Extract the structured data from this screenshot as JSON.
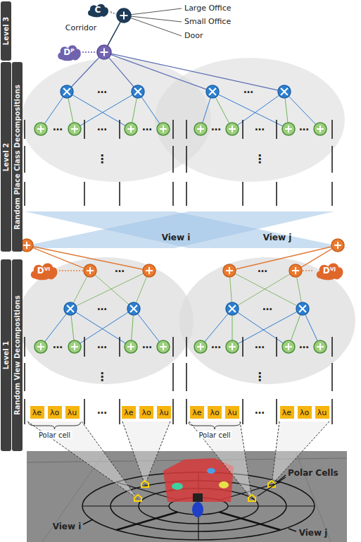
{
  "diagram": {
    "nodes": [
      {
        "text": [
          "Level 3"
        ]
      },
      {
        "text": [
          "Level 2"
        ]
      },
      {
        "text": [
          "Random Place Class Decompositions"
        ]
      },
      {
        "text": [
          "Level 1"
        ]
      },
      {
        "text": [
          "Random View Decompositions"
        ]
      },
      {
        "text": [
          "C"
        ]
      },
      {
        "text": [
          "Dᴾ"
        ]
      },
      {
        "text": [
          "Dⱽⁱ"
        ]
      },
      {
        "text": [
          "Dⱽʲ"
        ]
      },
      {
        "text": [
          "λe"
        ]
      },
      {
        "text": [
          "λo"
        ]
      },
      {
        "text": [
          "λu"
        ]
      },
      {
        "text": [
          "λe"
        ]
      },
      {
        "text": [
          "λo"
        ]
      },
      {
        "text": [
          "λu"
        ]
      },
      {
        "text": [
          "λe"
        ]
      },
      {
        "text": [
          "λo"
        ]
      },
      {
        "text": [
          "λu"
        ]
      },
      {
        "text": [
          "λe"
        ]
      },
      {
        "text": [
          "λo"
        ]
      },
      {
        "text": [
          "λu"
        ]
      }
    ],
    "labels": [
      "Corridor",
      "Large Office",
      "Small Office",
      "Door",
      "…",
      "…",
      "…",
      "…",
      "…",
      "…",
      "…",
      "…",
      "⋮",
      "⋮",
      "View i",
      "View j",
      "…",
      "…",
      "…",
      "…",
      "…",
      "…",
      "…",
      "…",
      "…",
      "…",
      "⋮",
      "⋮",
      "…",
      "…",
      "Polar cell",
      "Polar cell",
      "Polar Cells",
      "View i",
      "View j"
    ]
  }
}
